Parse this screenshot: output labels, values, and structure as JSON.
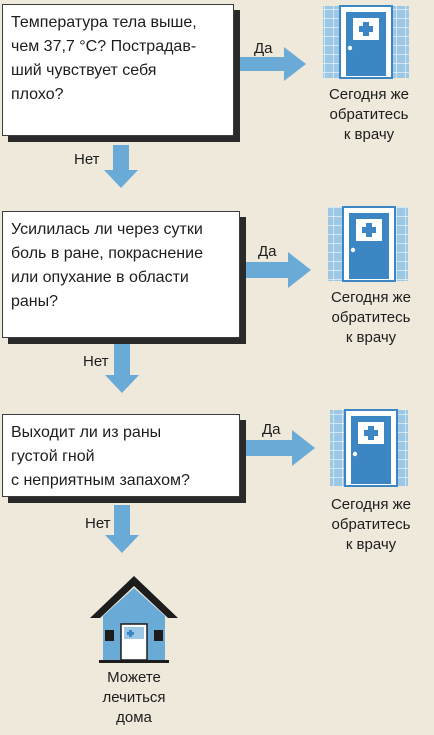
{
  "colors": {
    "arrow": "#6aaad6",
    "door": "#3c86c4",
    "tiles": "#9cc8e6",
    "box_shadow": "#2a2a2a",
    "background": "#efe9dc"
  },
  "questions": [
    {
      "text": "Температура тела выше,\nчем 37,7 °С? Пострадав-\nший чувствует себя\nплохо?",
      "yes": "Да",
      "no": "Нет",
      "result": "Сегодня же\nобратитесь\nк врачу",
      "result_icon": "clinic-door-icon"
    },
    {
      "text": "Усилилась ли через сутки\nболь в ране, покраснение\nили опухание в области\nраны?",
      "yes": "Да",
      "no": "Нет",
      "result": "Сегодня же\nобратитесь\nк врачу",
      "result_icon": "clinic-door-icon"
    },
    {
      "text": "Выходит ли из раны\nгустой гной\nс неприятным запахом?",
      "yes": "Да",
      "no": "Нет",
      "result": "Сегодня же\nобратитесь\nк врачу",
      "result_icon": "clinic-door-icon"
    }
  ],
  "final": {
    "text": "Можете\nлечиться\nдома",
    "icon": "house-icon"
  }
}
